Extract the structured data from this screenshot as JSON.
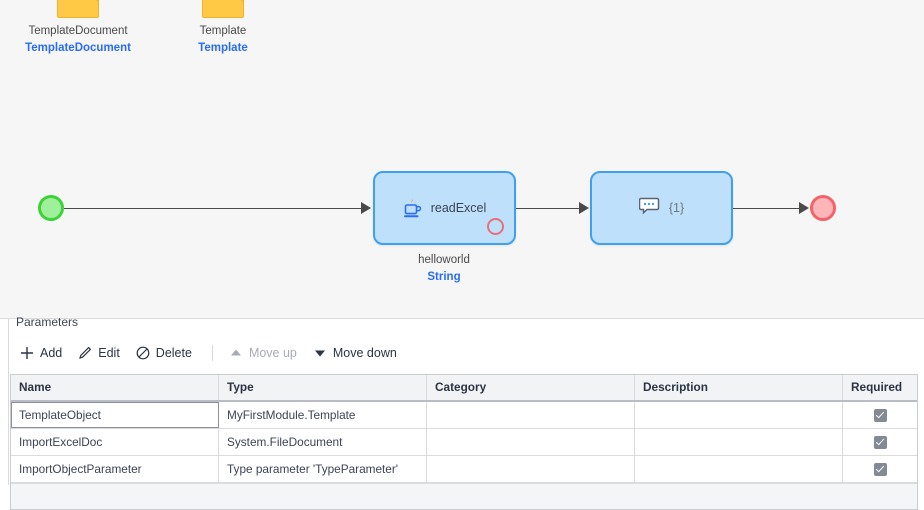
{
  "canvas": {
    "domain_entities": [
      {
        "icon": "folder-icon",
        "name": "TemplateDocument",
        "type": "TemplateDocument"
      },
      {
        "icon": "folder-icon",
        "name": "Template",
        "type": "Template"
      }
    ],
    "start_node": {
      "icon": "start-event-circle"
    },
    "end_node": {
      "icon": "end-event-circle"
    },
    "activities": [
      {
        "icon": "java-cup-icon",
        "label": "readExcel",
        "error_indicator": "error-handler-circle",
        "caption_name": "helloworld",
        "caption_type": "String"
      },
      {
        "icon": "message-bubble-icon",
        "label": "{1}"
      }
    ],
    "colors": {
      "activity_fill": "#bfe0fb",
      "activity_border": "#3fa0f0",
      "start_fill": "#9ff09a",
      "start_border": "#3fd13a",
      "end_fill": "#ffb6b8",
      "end_border": "#f4626c",
      "type_link": "#2a6df5",
      "canvas_bg": "#f6f6f6"
    }
  },
  "panel": {
    "title": "Parameters",
    "toolbar": [
      {
        "id": "add",
        "label": "Add",
        "icon": "plus-icon",
        "disabled": false
      },
      {
        "id": "edit",
        "label": "Edit",
        "icon": "pencil-icon",
        "disabled": false
      },
      {
        "id": "delete",
        "label": "Delete",
        "icon": "no-entry-icon",
        "disabled": false
      },
      {
        "id": "move-up",
        "label": "Move up",
        "icon": "triangle-up-icon",
        "disabled": true
      },
      {
        "id": "move-down",
        "label": "Move down",
        "icon": "triangle-down-icon",
        "disabled": false
      }
    ],
    "table": {
      "columns": [
        "Name",
        "Type",
        "Category",
        "Description",
        "Required"
      ],
      "rows": [
        {
          "name": "TemplateObject",
          "type": "MyFirstModule.Template",
          "category": "",
          "description": "",
          "required": true
        },
        {
          "name": "ImportExcelDoc",
          "type": "System.FileDocument",
          "category": "",
          "description": "",
          "required": true
        },
        {
          "name": "ImportObjectParameter",
          "type": "Type parameter 'TypeParameter'",
          "category": "",
          "description": "",
          "required": true
        }
      ]
    }
  }
}
